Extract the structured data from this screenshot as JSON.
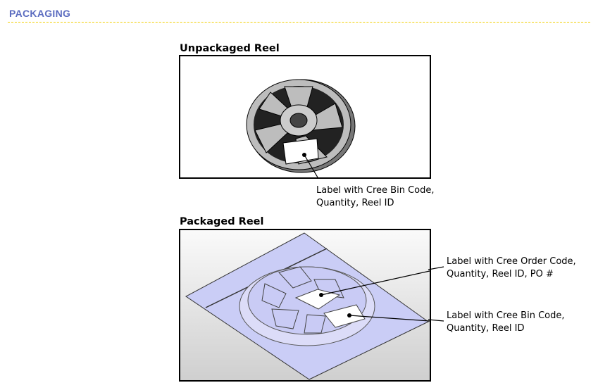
{
  "section": {
    "title": "PACKAGING"
  },
  "figures": [
    {
      "title": "Unpackaged Reel",
      "callouts": [
        {
          "lines": [
            "Label with Cree Bin Code,",
            "Quantity, Reel ID"
          ]
        }
      ]
    },
    {
      "title": "Packaged Reel",
      "callouts": [
        {
          "lines": [
            "Label with Cree Order Code,",
            "Quantity, Reel ID, PO #"
          ]
        },
        {
          "lines": [
            "Label with Cree Bin Code,",
            "Quantity, Reel ID"
          ]
        }
      ]
    }
  ],
  "colors": {
    "title": "#5b6cc0",
    "divider": "#f2cf00",
    "bag": "#c9cbf5"
  }
}
